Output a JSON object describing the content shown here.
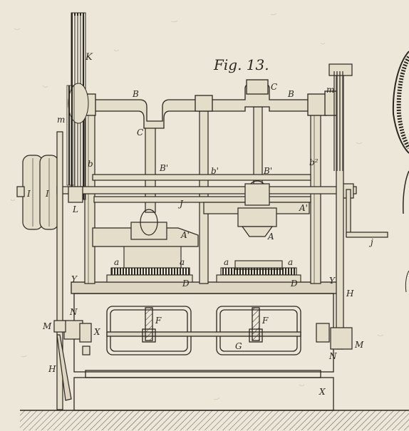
{
  "figure": {
    "title": "Fig. 13."
  },
  "labels": {
    "K": "K",
    "m_left": "m",
    "m_right": "m",
    "B_left": "B",
    "B_right": "B",
    "C_left": "C",
    "C_top": "C",
    "b_left": "b",
    "b_prime": "b'",
    "b2": "b²",
    "B_prime_left": "B'",
    "B_prime_right": "B'",
    "I_outer": "I",
    "I_inner": "I",
    "L": "L",
    "J": "J",
    "A_prime_right": "A'",
    "A_prime_center": "A'",
    "A": "A",
    "j": "j",
    "a1": "a",
    "a2": "a",
    "a3": "a",
    "a4": "a",
    "D_left": "D",
    "D_right": "D",
    "Y_left": "Y",
    "Y_right": "Y",
    "N_left": "N",
    "N_right": "N",
    "M_left": "M",
    "M_right": "M",
    "X_left": "X",
    "X_bottom": "X",
    "F_left": "F",
    "F_right": "F",
    "G": "G",
    "H_left": "H",
    "H_right": "H"
  },
  "colors": {
    "paper": "#ece7d8",
    "ink": "#2a2620",
    "shade": "#8b8474"
  }
}
